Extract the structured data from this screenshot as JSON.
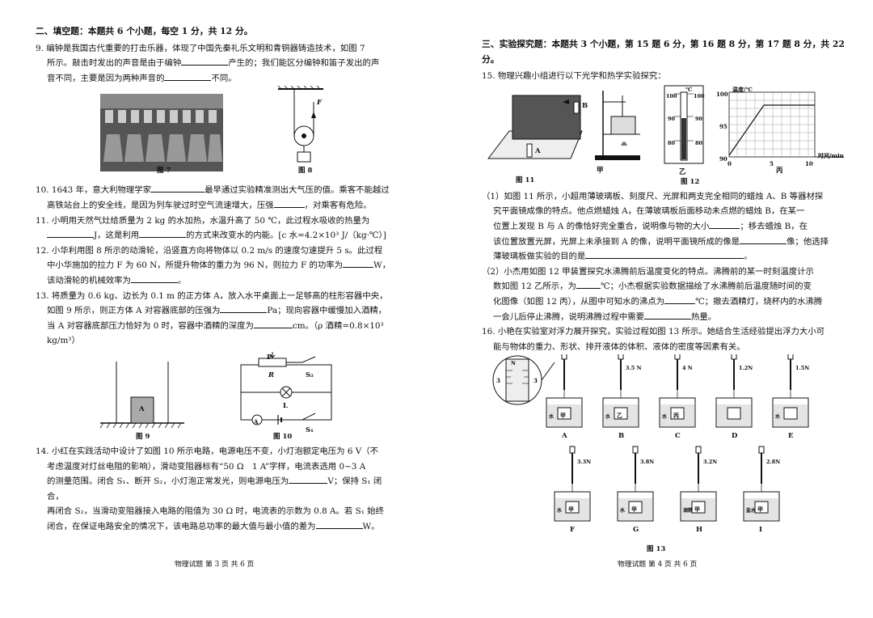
{
  "left": {
    "section": "二、填空题：本题共 6 个小题，每空 1 分，共 12 分。",
    "q9": {
      "l1": "9. 编钟是我国古代重要的打击乐器，体现了中国先秦礼乐文明和青铜器铸造技术，如图 7",
      "l2a": "所示。敲击时发出的声音是由于编钟",
      "l2b": "产生的；我们能区分编钟和笛子发出的声",
      "l3a": "音不同，主要是因为两种声音的",
      "l3b": "不同。"
    },
    "fig7": "图 7",
    "fig8": "图 8",
    "fig8_force": "F",
    "q10": {
      "l1a": "10. 1643 年，意大利物理学家",
      "l1b": "最早通过实验精准测出大气压的值。乘客不能越过",
      "l2a": "高铁站台上的安全线，是因为列车驶过时空气流速增大，压强",
      "l2b": "，对乘客有危险。"
    },
    "q11": {
      "l1": "11. 小明用天然气灶给质量为 2 kg 的水加热，水温升高了 50 ℃，此过程水吸收的热量为",
      "l2a": "J，这是利用",
      "l2b": "的方式来改变水的内能。[c 水=4.2×10³ J/（kg·℃）]"
    },
    "q12": {
      "l1": "12. 小华利用图 8 所示的动滑轮，沿竖直方向将物体以 0.2 m/s 的速度匀速提升 5 s。此过程",
      "l2a": "中小华施加的拉力 F 为 60 N，所提升物体的重力为 96 N，则拉力 F 的功率为",
      "l2b": "W，",
      "l3a": "该动滑轮的机械效率为",
      "l3b": "。"
    },
    "q13": {
      "l1": "13. 将质量为 0.6 kg、边长为 0.1 m 的正方体 A，放入水平桌面上一足够高的柱形容器中央，",
      "l2a": "如图 9 所示，则正方体 A 对容器底部的压强为",
      "l2b": "Pa；现向容器中缓慢加入酒精，",
      "l3a": "当 A 对容器底部压力恰好为 0 时，容器中酒精的深度为",
      "l3b": "cm。（ρ 酒精=0.8×10³ kg/m³）"
    },
    "fig9": "图 9",
    "fig9_block": "A",
    "fig10": "图 10",
    "fig10_labels": {
      "p": "P",
      "r": "R",
      "s2": "S₂",
      "l": "L",
      "a": "A",
      "s1": "S₁"
    },
    "q14": {
      "l1": "14. 小红在实践活动中设计了如图 10 所示电路，电源电压不变，小灯泡额定电压为 6 V（不",
      "l2": "考虑温度对灯丝电阻的影响），滑动变阻器标有“50 Ω　1 A”字样，电流表选用 0~3 A",
      "l3a": "的测量范围。闭合 S₁、断开 S₂，小灯泡正常发光，则电源电压为",
      "l3b": "V；保持 S₁ 闭合，",
      "l4": "再闭合 S₂，当滑动变阻器接入电路的阻值为 30 Ω 时，电流表的示数为 0.8 A。若 S₁ 始终",
      "l5a": "闭合，在保证电路安全的情况下，该电路总功率的最大值与最小值的差为",
      "l5b": "W。"
    },
    "footer": "物理试题 第 3 页 共 6 页"
  },
  "right": {
    "section": "三、实验探究题：本题共 3 个小题，第 15 题 6 分，第 16 题 8 分，第 17 题 8 分，共 22 分。",
    "q15_title": "15. 物理兴趣小组进行以下光学和热学实验探究：",
    "fig11": "图 11",
    "fig11_a": "A",
    "fig11_b": "B",
    "fig12": "图 12",
    "jia": "甲",
    "yi": "乙",
    "bing": "丙",
    "therm": {
      "unit": "℃",
      "t100": "100",
      "t90": "90",
      "t80": "80"
    },
    "graph": {
      "ylabel": "温度/℃",
      "xlabel": "时间/min",
      "y100": "100",
      "y95": "95",
      "y90": "90",
      "x0": "0",
      "x5": "5",
      "x10": "10"
    },
    "q15_1": {
      "l1": "（1）如图 11 所示，小超用薄玻璃板、刻度尺、光屏和两支完全相同的蜡烛 A、B 等器材探",
      "l2": "究平面镜成像的特点。他点燃蜡烛 A，在薄玻璃板后面移动未点燃的蜡烛 B，在某一",
      "l3a": "位置上发现 B 与 A 的像恰好完全重合，说明像与物的大小",
      "l3b": "；移去蜡烛 B，在",
      "l4a": "该位置放置光屏，光屏上未承接到 A 的像，说明平面镜所成的像是",
      "l4b": "像；他选择",
      "l5a": "薄玻璃板做实验的目的是",
      "l5b": "。"
    },
    "q15_2": {
      "l1": "（2）小杰用如图 12 甲装置探究水沸腾前后温度变化的特点。沸腾前的某一时刻温度计示",
      "l2a": "数如图 12 乙所示，为",
      "l2b": "℃；小杰根据实验数据描绘了水沸腾前后温度随时间的变",
      "l3a": "化图像（如图 12 丙），从图中可知水的沸点为",
      "l3b": "℃；撤去酒精灯，烧杯内的水沸腾",
      "l4a": "一会儿后停止沸腾，说明沸腾过程中需要",
      "l4b": "热量。"
    },
    "q16": {
      "l1": "16. 小艳在实验室对浮力展开探究，实验过程如图 13 所示。她结合生活经验提出浮力大小可",
      "l2": "能与物体的重力、形状、排开液体的体积、液体的密度等因素有关。"
    },
    "fig13": "图 13",
    "beakers_row1": [
      {
        "id": "A",
        "reading": "",
        "liquid": "水",
        "obj": "甲"
      },
      {
        "id": "B",
        "reading": "3.5 N",
        "liquid": "水",
        "obj": "乙"
      },
      {
        "id": "C",
        "reading": "4 N",
        "liquid": "水",
        "obj": "丙"
      },
      {
        "id": "D",
        "reading": "1.2N",
        "liquid": "",
        "obj": ""
      },
      {
        "id": "E",
        "reading": "1.5N",
        "liquid": "水",
        "obj": ""
      }
    ],
    "beakers_row2": [
      {
        "id": "F",
        "reading": "3.3N",
        "liquid": "水",
        "obj": "甲"
      },
      {
        "id": "G",
        "reading": "3.8N",
        "liquid": "水",
        "obj": "甲"
      },
      {
        "id": "H",
        "reading": "3.2N",
        "liquid": "酒精",
        "obj": "甲"
      },
      {
        "id": "I",
        "reading": "2.8N",
        "liquid": "盐水",
        "obj": "甲"
      }
    ],
    "zoom": {
      "n": "N",
      "v3a": "3",
      "v3b": "3"
    },
    "footer": "物理试题 第 4 页 共 6 页"
  }
}
